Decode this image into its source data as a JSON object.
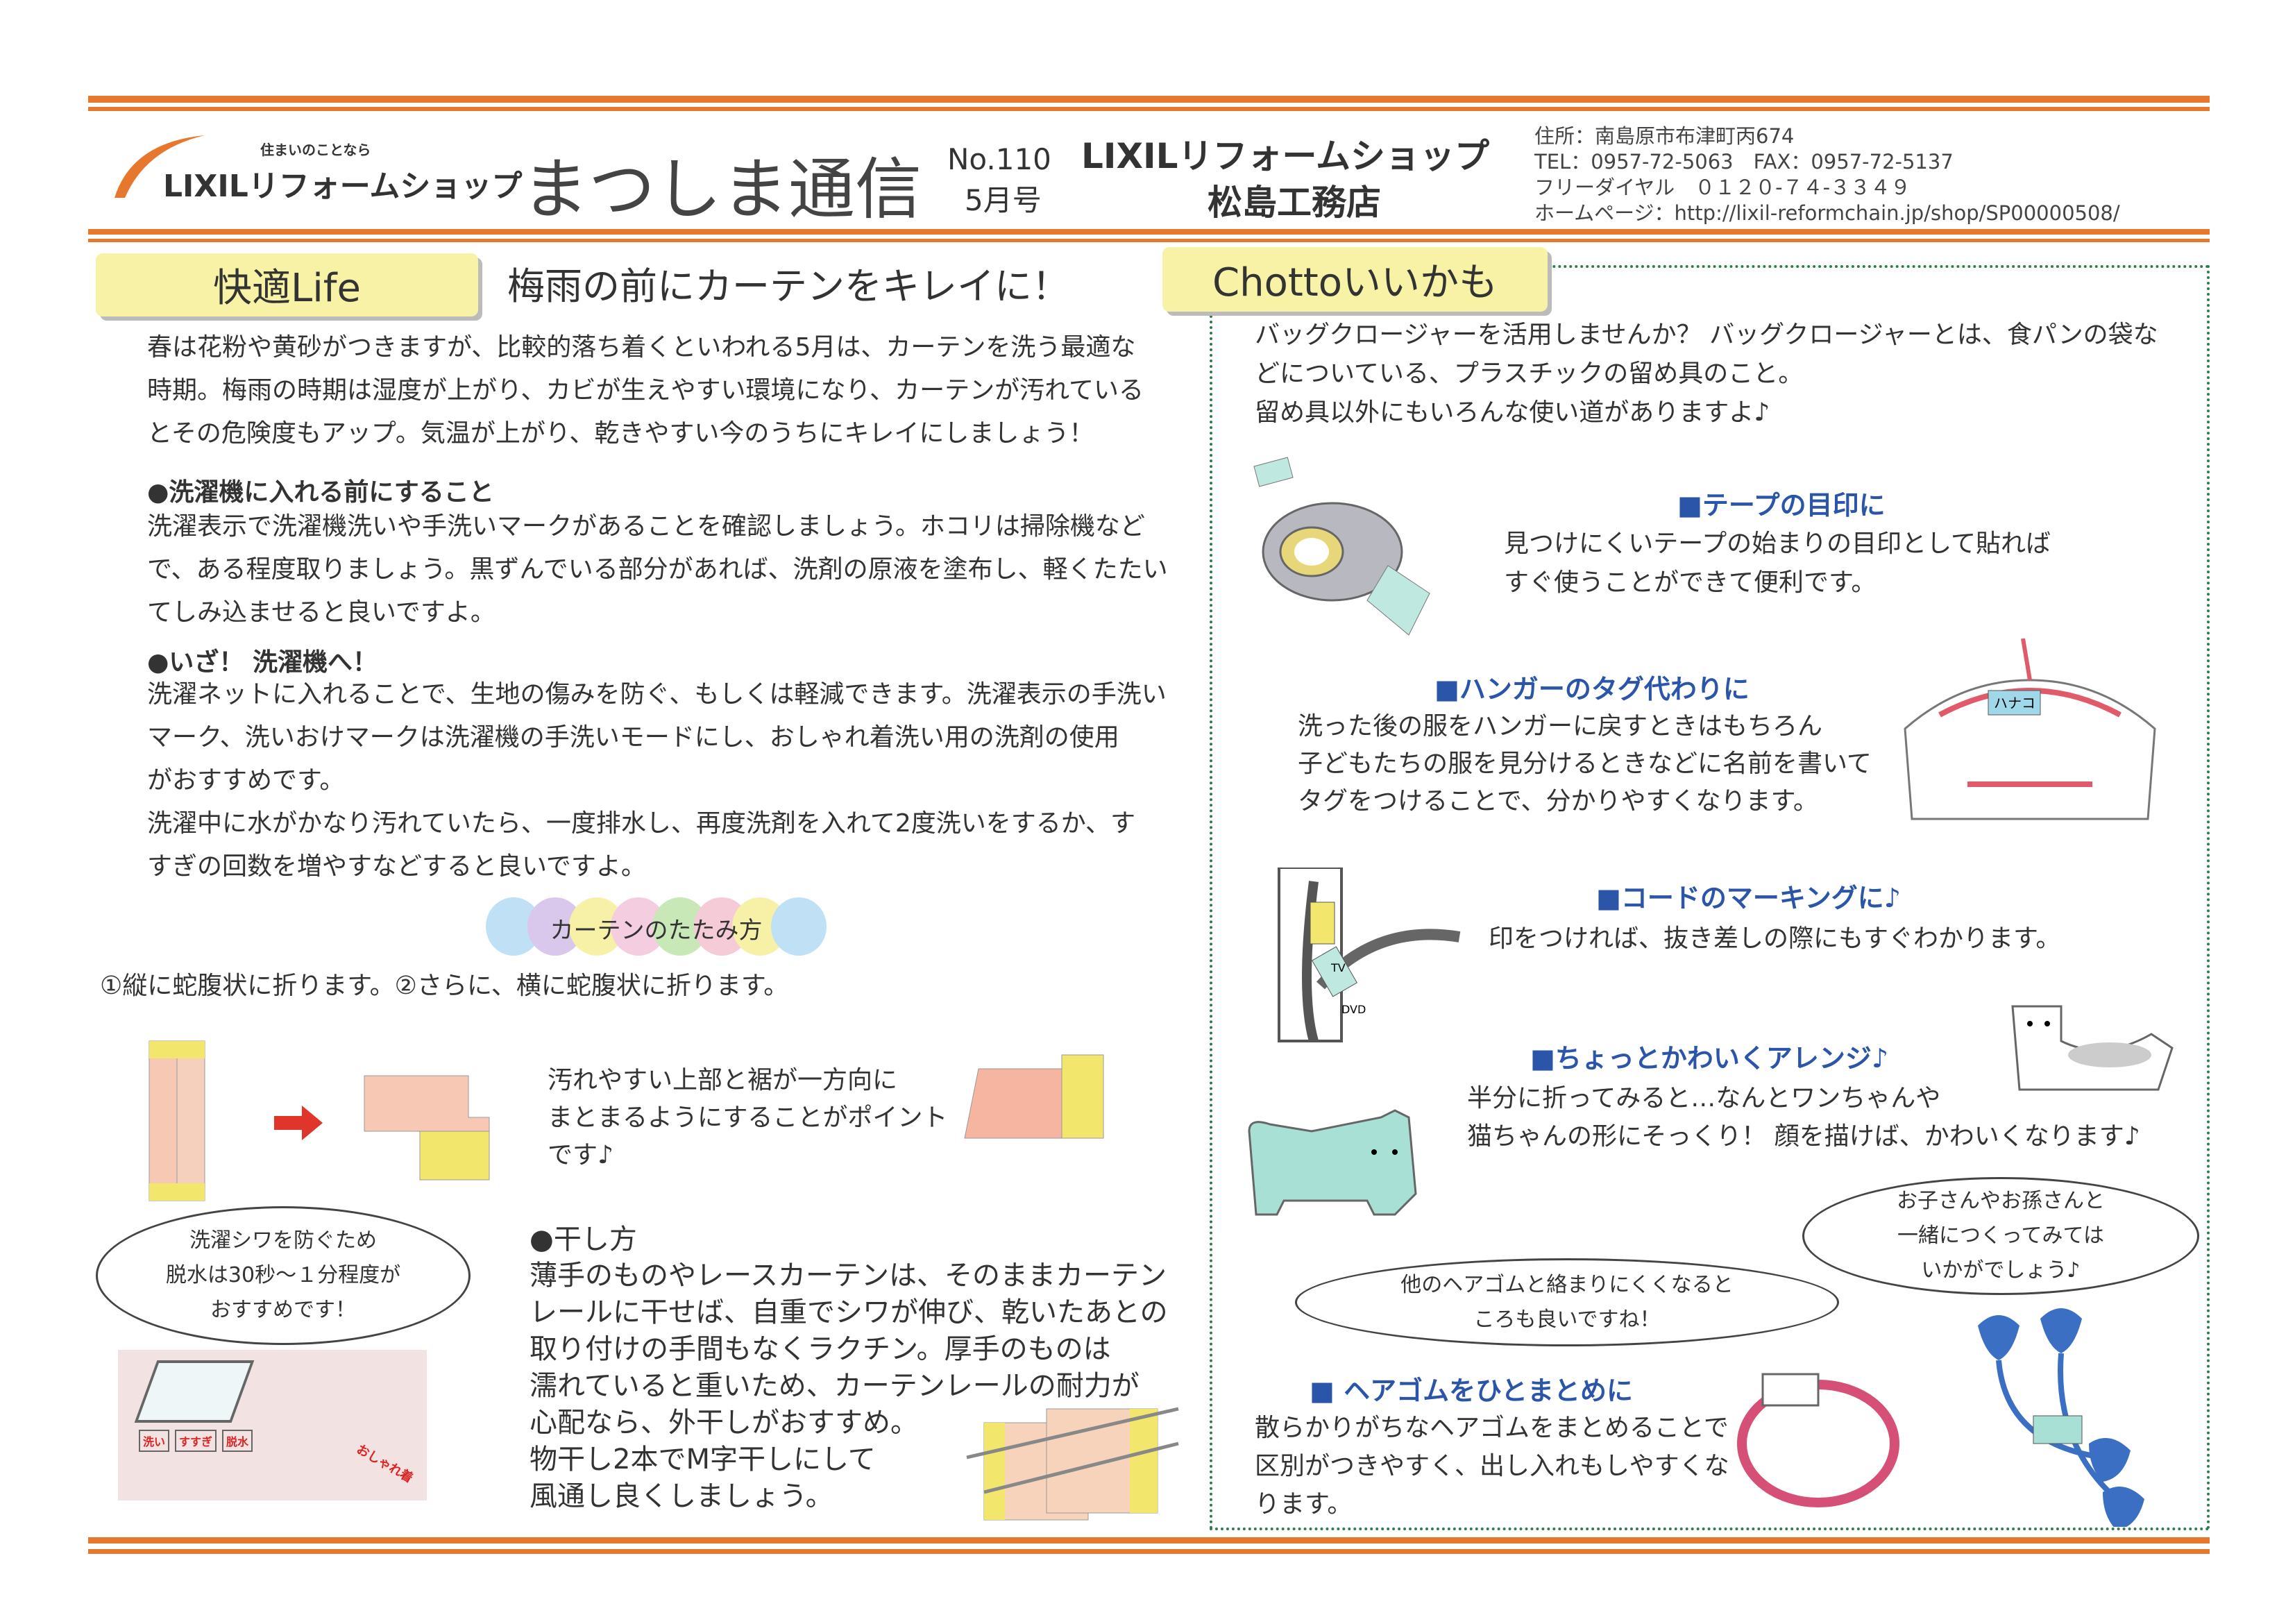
{
  "header": {
    "logo_tagline": "住まいのことなら",
    "logo_text": "LIXILリフォームショップ",
    "title": "まつしま通信",
    "issue_no": "No.110",
    "issue_month": "5月号",
    "shop_brand": "LIXILリフォームショップ",
    "shop_name": "松島工務店",
    "contact": [
      "住所：南島原市布津町丙674",
      "TEL：0957-72-5063　FAX：0957-72-5137",
      "フリーダイヤル　０１２０-７４-３３４９",
      "ホームページ：http://lixil-reformchain.jp/shop/SP00000508/"
    ],
    "accent_color": "#e8772e"
  },
  "left": {
    "tab": "快適Life",
    "heading": "梅雨の前にカーテンをキレイに！",
    "intro": [
      "春は花粉や黄砂がつきますが、比較的落ち着くといわれる5月は、カーテンを洗う最適な",
      "時期。梅雨の時期は湿度が上がり、カビが生えやすい環境になり、カーテンが汚れている",
      "とその危険度もアップ。気温が上がり、乾きやすい今のうちにキレイにしましょう！"
    ],
    "sec1_title": "●洗濯機に入れる前にすること",
    "sec1": [
      "洗濯表示で洗濯機洗いや手洗いマークがあることを確認しましょう。ホコリは掃除機など",
      "で、ある程度取りましょう。黒ずんでいる部分があれば、洗剤の原液を塗布し、軽くたたい",
      "てしみ込ませると良いですよ。"
    ],
    "sec2_title": "●いざ！ 洗濯機へ！",
    "sec2": [
      "洗濯ネットに入れることで、生地の傷みを防ぐ、もしくは軽減できます。洗濯表示の手洗い",
      "マーク、洗いおけマークは洗濯機の手洗いモードにし、おしゃれ着洗い用の洗剤の使用",
      "がおすすめです。",
      "洗濯中に水がかなり汚れていたら、一度排水し、再度洗剤を入れて2度洗いをするか、す",
      "すぎの回数を増やすなどすると良いですよ。"
    ],
    "fold_pill": "カーテンのたたみ方",
    "fold_steps": "①縦に蛇腹状に折ります。②さらに、横に蛇腹状に折ります。",
    "fold_tip": [
      "汚れやすい上部と裾が一方向に",
      "まとまるようにすることがポイント",
      "です♪"
    ],
    "bubble": [
      "洗濯シワを防ぐため",
      "脱水は30秒～１分程度が",
      "おすすめです！"
    ],
    "washer_labels": [
      "洗い",
      "すすぎ",
      "脱水",
      "おしゃれ着"
    ],
    "dry_title": "●干し方",
    "dry": [
      "薄手のものやレースカーテンは、そのままカーテン",
      "レールに干せば、自重でシワが伸び、乾いたあとの",
      "取り付けの手間もなくラクチン。厚手のものは",
      "濡れていると重いため、カーテンレールの耐力が",
      "心配なら、外干しがおすすめ。",
      "物干し2本でM字干しにして",
      "風通し良くしましょう。"
    ]
  },
  "right": {
    "tab": "Chottoいいかも",
    "intro": [
      "バッグクロージャーを活用しませんか？ バッグクロージャーとは、食パンの袋な",
      "どについている、プラスチックの留め具のこと。",
      "留め具以外にもいろんな使い道がありますよ♪"
    ],
    "items": [
      {
        "title": "■テープの目印に",
        "body": [
          "見つけにくいテープの始まりの目印として貼れば",
          "すぐ使うことができて便利です。"
        ]
      },
      {
        "title": "■ハンガーのタグ代わりに",
        "body": [
          "洗った後の服をハンガーに戻すときはもちろん",
          "子どもたちの服を見分けるときなどに名前を書いて",
          "タグをつけることで、分かりやすくなります。"
        ]
      },
      {
        "title": "■コードのマーキングに♪",
        "body": [
          "印をつければ、抜き差しの際にもすぐわかります。"
        ]
      },
      {
        "title": "■ちょっとかわいくアレンジ♪",
        "body": [
          "半分に折ってみると…なんとワンちゃんや",
          "猫ちゃんの形にそっくり！ 顔を描けば、かわいくなります♪"
        ]
      },
      {
        "title": "■ ヘアゴムをひとまとめに",
        "body": [
          "散らかりがちなヘアゴムをまとめることで",
          "区別がつきやすく、出し入れもしやすくな",
          "ります。"
        ]
      }
    ],
    "hanger_tag": "ハナコ",
    "cord_labels": [
      "TV",
      "DVD"
    ],
    "bubble_right": [
      "お子さんやお孫さんと",
      "一緒につくってみては",
      "いかがでしょう♪"
    ],
    "bubble_mid": [
      "他のヘアゴムと絡まりにくくなると",
      "ころも良いですね！"
    ],
    "title_color": "#2a55a8"
  }
}
